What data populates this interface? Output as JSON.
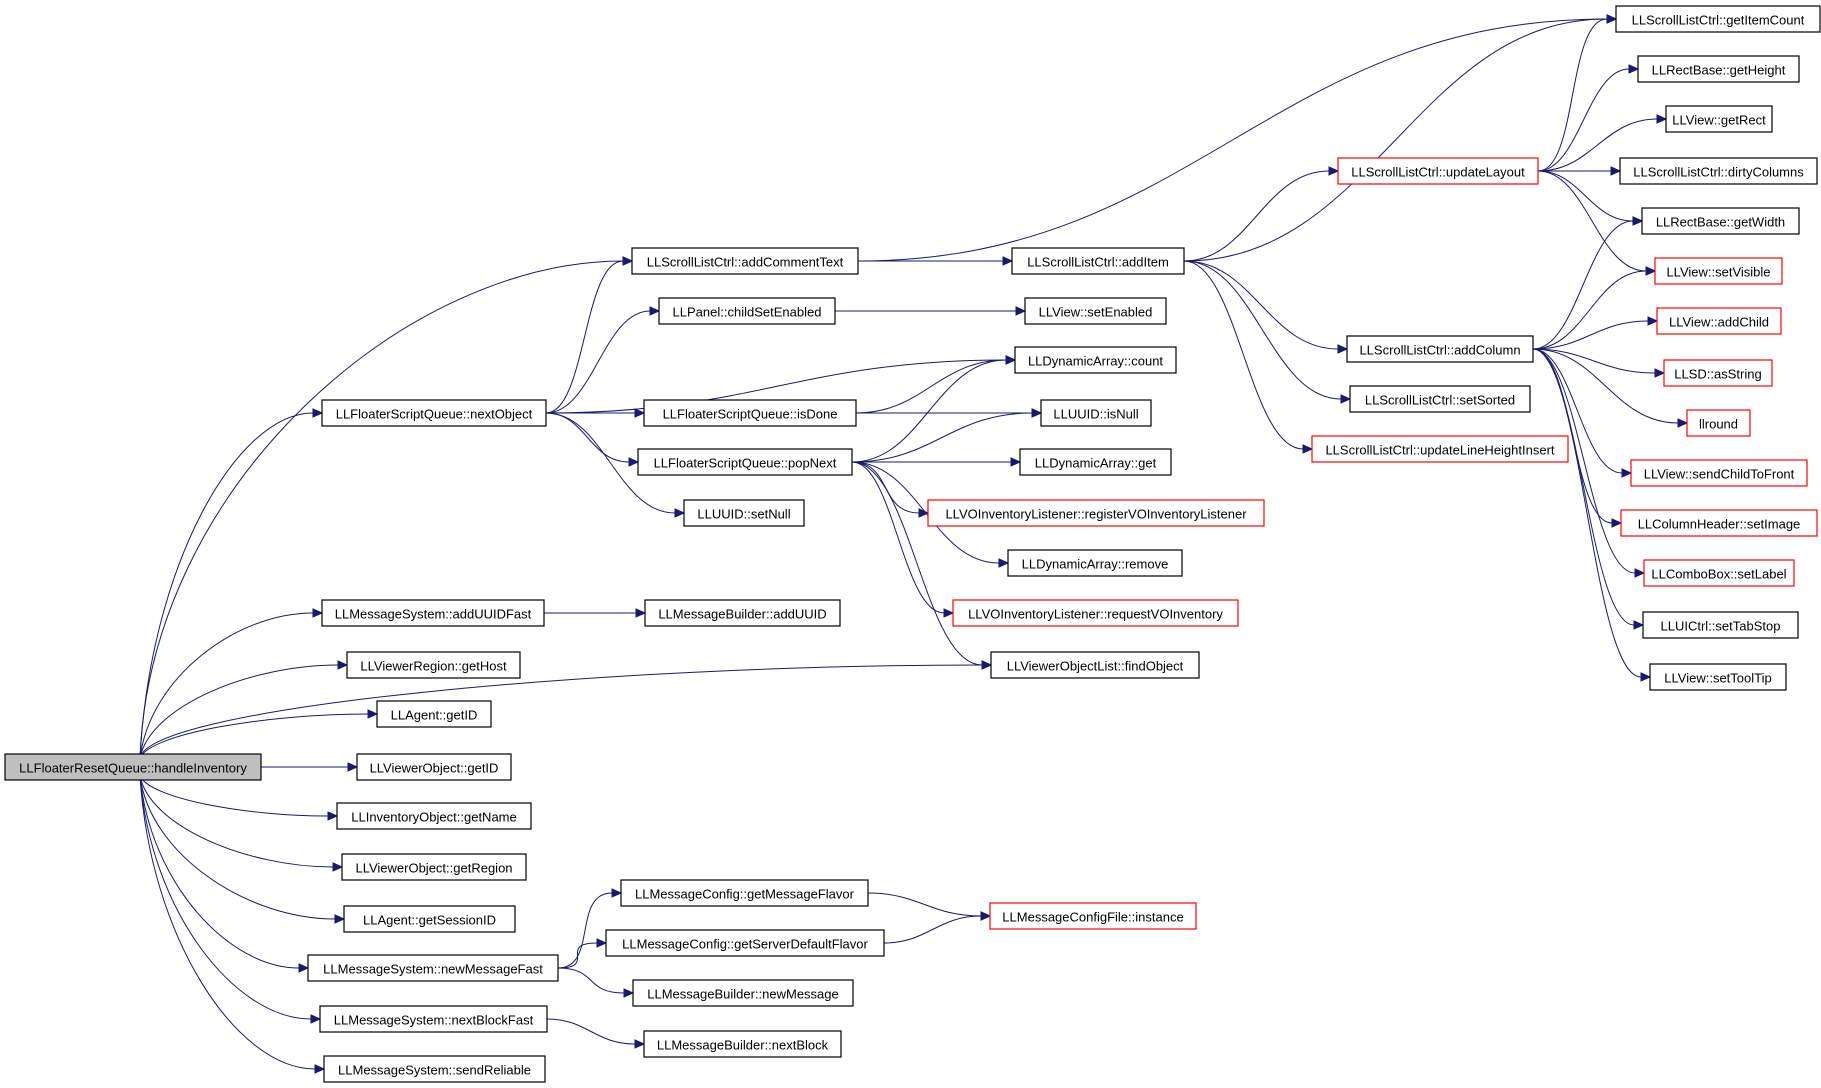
{
  "graph": {
    "colors": {
      "edge": "#191970",
      "border_complete": "#000000",
      "border_truncated": "#ff0000",
      "root_fill": "#bfbfbf",
      "node_fill": "#ffffff"
    },
    "nodes": [
      {
        "id": "root",
        "label": "LLFloaterResetQueue::handleInventory",
        "kind": "root"
      },
      {
        "id": "fsq_next",
        "label": "LLFloaterScriptQueue::nextObject",
        "kind": "normal"
      },
      {
        "id": "slc_addcomment",
        "label": "LLScrollListCtrl::addCommentText",
        "kind": "normal"
      },
      {
        "id": "panel_childse",
        "label": "LLPanel::childSetEnabled",
        "kind": "normal"
      },
      {
        "id": "fsq_isdone",
        "label": "LLFloaterScriptQueue::isDone",
        "kind": "normal"
      },
      {
        "id": "fsq_popnext",
        "label": "LLFloaterScriptQueue::popNext",
        "kind": "normal"
      },
      {
        "id": "uuid_setnull",
        "label": "LLUUID::setNull",
        "kind": "normal"
      },
      {
        "id": "slc_additem",
        "label": "LLScrollListCtrl::addItem",
        "kind": "normal"
      },
      {
        "id": "view_setenabled",
        "label": "LLView::setEnabled",
        "kind": "normal"
      },
      {
        "id": "da_count",
        "label": "LLDynamicArray::count",
        "kind": "normal"
      },
      {
        "id": "uuid_isnull",
        "label": "LLUUID::isNull",
        "kind": "normal"
      },
      {
        "id": "da_get",
        "label": "LLDynamicArray::get",
        "kind": "normal"
      },
      {
        "id": "voil_register",
        "label": "LLVOInventoryListener::registerVOInventoryListener",
        "kind": "truncated"
      },
      {
        "id": "da_remove",
        "label": "LLDynamicArray::remove",
        "kind": "normal"
      },
      {
        "id": "voil_request",
        "label": "LLVOInventoryListener::requestVOInventory",
        "kind": "truncated"
      },
      {
        "id": "vol_find",
        "label": "LLViewerObjectList::findObject",
        "kind": "normal"
      },
      {
        "id": "ms_adduuid",
        "label": "LLMessageSystem::addUUIDFast",
        "kind": "normal"
      },
      {
        "id": "mb_adduuid",
        "label": "LLMessageBuilder::addUUID",
        "kind": "normal"
      },
      {
        "id": "vr_gethost",
        "label": "LLViewerRegion::getHost",
        "kind": "normal"
      },
      {
        "id": "agent_getid",
        "label": "LLAgent::getID",
        "kind": "normal"
      },
      {
        "id": "vo_getid",
        "label": "LLViewerObject::getID",
        "kind": "normal"
      },
      {
        "id": "io_getname",
        "label": "LLInventoryObject::getName",
        "kind": "normal"
      },
      {
        "id": "vo_getregion",
        "label": "LLViewerObject::getRegion",
        "kind": "normal"
      },
      {
        "id": "agent_getsess",
        "label": "LLAgent::getSessionID",
        "kind": "normal"
      },
      {
        "id": "ms_newmsg",
        "label": "LLMessageSystem::newMessageFast",
        "kind": "normal"
      },
      {
        "id": "mc_getflavor",
        "label": "LLMessageConfig::getMessageFlavor",
        "kind": "normal"
      },
      {
        "id": "mc_getserver",
        "label": "LLMessageConfig::getServerDefaultFlavor",
        "kind": "normal"
      },
      {
        "id": "mcf_instance",
        "label": "LLMessageConfigFile::instance",
        "kind": "truncated"
      },
      {
        "id": "mb_newmsg",
        "label": "LLMessageBuilder::newMessage",
        "kind": "normal"
      },
      {
        "id": "ms_nextblock",
        "label": "LLMessageSystem::nextBlockFast",
        "kind": "normal"
      },
      {
        "id": "mb_nextblock",
        "label": "LLMessageBuilder::nextBlock",
        "kind": "normal"
      },
      {
        "id": "ms_sendrel",
        "label": "LLMessageSystem::sendReliable",
        "kind": "normal"
      },
      {
        "id": "slc_updatelayout",
        "label": "LLScrollListCtrl::updateLayout",
        "kind": "truncated"
      },
      {
        "id": "slc_addcolumn",
        "label": "LLScrollListCtrl::addColumn",
        "kind": "normal"
      },
      {
        "id": "slc_setsorted",
        "label": "LLScrollListCtrl::setSorted",
        "kind": "normal"
      },
      {
        "id": "slc_updlineh",
        "label": "LLScrollListCtrl::updateLineHeightInsert",
        "kind": "truncated"
      },
      {
        "id": "slc_getitemcount",
        "label": "LLScrollListCtrl::getItemCount",
        "kind": "normal"
      },
      {
        "id": "rect_getheight",
        "label": "LLRectBase::getHeight",
        "kind": "normal"
      },
      {
        "id": "view_getrect",
        "label": "LLView::getRect",
        "kind": "normal"
      },
      {
        "id": "slc_dirtycols",
        "label": "LLScrollListCtrl::dirtyColumns",
        "kind": "normal"
      },
      {
        "id": "rect_getwidth",
        "label": "LLRectBase::getWidth",
        "kind": "normal"
      },
      {
        "id": "view_setvisible",
        "label": "LLView::setVisible",
        "kind": "truncated"
      },
      {
        "id": "view_addchild",
        "label": "LLView::addChild",
        "kind": "truncated"
      },
      {
        "id": "sd_asstring",
        "label": "LLSD::asString",
        "kind": "truncated"
      },
      {
        "id": "llround",
        "label": "llround",
        "kind": "truncated"
      },
      {
        "id": "view_sendchild",
        "label": "LLView::sendChildToFront",
        "kind": "truncated"
      },
      {
        "id": "colhdr_setimage",
        "label": "LLColumnHeader::setImage",
        "kind": "truncated"
      },
      {
        "id": "combo_setlabel",
        "label": "LLComboBox::setLabel",
        "kind": "truncated"
      },
      {
        "id": "uictrl_settab",
        "label": "LLUICtrl::setTabStop",
        "kind": "normal"
      },
      {
        "id": "view_settooltip",
        "label": "LLView::setToolTip",
        "kind": "normal"
      }
    ],
    "edges": [
      [
        "root",
        "slc_addcomment"
      ],
      [
        "root",
        "fsq_next"
      ],
      [
        "root",
        "vol_find"
      ],
      [
        "root",
        "ms_adduuid"
      ],
      [
        "root",
        "vr_gethost"
      ],
      [
        "root",
        "agent_getid"
      ],
      [
        "root",
        "vo_getid"
      ],
      [
        "root",
        "io_getname"
      ],
      [
        "root",
        "vo_getregion"
      ],
      [
        "root",
        "agent_getsess"
      ],
      [
        "root",
        "ms_newmsg"
      ],
      [
        "root",
        "ms_nextblock"
      ],
      [
        "root",
        "ms_sendrel"
      ],
      [
        "fsq_next",
        "slc_addcomment"
      ],
      [
        "fsq_next",
        "panel_childse"
      ],
      [
        "fsq_next",
        "da_count"
      ],
      [
        "fsq_next",
        "fsq_isdone"
      ],
      [
        "fsq_next",
        "fsq_popnext"
      ],
      [
        "fsq_next",
        "uuid_setnull"
      ],
      [
        "fsq_isdone",
        "da_count"
      ],
      [
        "fsq_isdone",
        "uuid_isnull"
      ],
      [
        "fsq_popnext",
        "da_count"
      ],
      [
        "fsq_popnext",
        "uuid_isnull"
      ],
      [
        "fsq_popnext",
        "da_get"
      ],
      [
        "fsq_popnext",
        "voil_register"
      ],
      [
        "fsq_popnext",
        "da_remove"
      ],
      [
        "fsq_popnext",
        "voil_request"
      ],
      [
        "fsq_popnext",
        "vol_find"
      ],
      [
        "panel_childse",
        "view_setenabled"
      ],
      [
        "slc_addcomment",
        "slc_additem"
      ],
      [
        "slc_addcomment",
        "slc_getitemcount"
      ],
      [
        "slc_additem",
        "slc_getitemcount"
      ],
      [
        "slc_additem",
        "slc_updatelayout"
      ],
      [
        "slc_additem",
        "slc_addcolumn"
      ],
      [
        "slc_additem",
        "slc_setsorted"
      ],
      [
        "slc_additem",
        "slc_updlineh"
      ],
      [
        "slc_updatelayout",
        "slc_getitemcount"
      ],
      [
        "slc_updatelayout",
        "rect_getheight"
      ],
      [
        "slc_updatelayout",
        "view_getrect"
      ],
      [
        "slc_updatelayout",
        "slc_dirtycols"
      ],
      [
        "slc_updatelayout",
        "rect_getwidth"
      ],
      [
        "slc_updatelayout",
        "view_setvisible"
      ],
      [
        "slc_addcolumn",
        "rect_getwidth"
      ],
      [
        "slc_addcolumn",
        "view_setvisible"
      ],
      [
        "slc_addcolumn",
        "view_addchild"
      ],
      [
        "slc_addcolumn",
        "sd_asstring"
      ],
      [
        "slc_addcolumn",
        "llround"
      ],
      [
        "slc_addcolumn",
        "view_sendchild"
      ],
      [
        "slc_addcolumn",
        "colhdr_setimage"
      ],
      [
        "slc_addcolumn",
        "combo_setlabel"
      ],
      [
        "slc_addcolumn",
        "uictrl_settab"
      ],
      [
        "slc_addcolumn",
        "view_settooltip"
      ],
      [
        "ms_adduuid",
        "mb_adduuid"
      ],
      [
        "ms_newmsg",
        "mc_getflavor"
      ],
      [
        "ms_newmsg",
        "mc_getserver"
      ],
      [
        "ms_newmsg",
        "mb_newmsg"
      ],
      [
        "mc_getflavor",
        "mcf_instance"
      ],
      [
        "mc_getserver",
        "mcf_instance"
      ],
      [
        "ms_nextblock",
        "mb_nextblock"
      ]
    ]
  }
}
